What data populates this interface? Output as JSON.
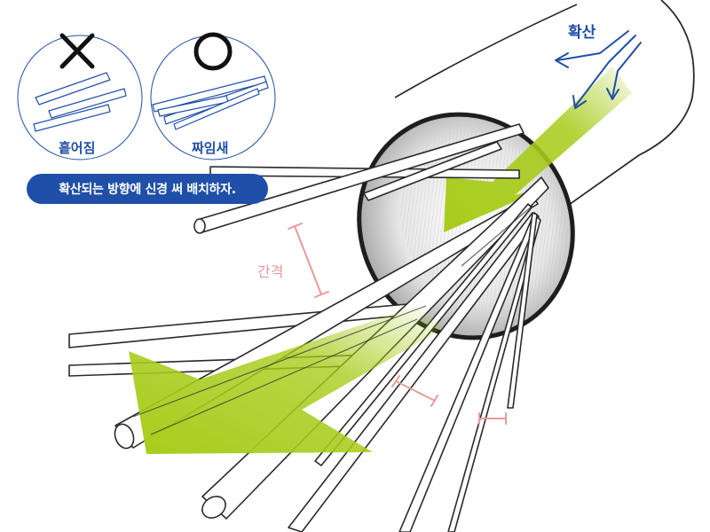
{
  "labels": {
    "diffusion": "확산",
    "gap": "간격",
    "scattered": "흩어짐",
    "structured": "짜임새"
  },
  "caption": "확산되는 방향에 신경 써 배치하자.",
  "marks": {
    "bad": "wrong-x-mark",
    "good": "correct-o-mark"
  },
  "colors": {
    "accent_blue": "#1f4fa8",
    "arrow_green": "#a7cc1a",
    "gap_pink": "#e89a9a",
    "pencil": "#2a2a2a",
    "caption_bg": "#1f4fa8"
  }
}
